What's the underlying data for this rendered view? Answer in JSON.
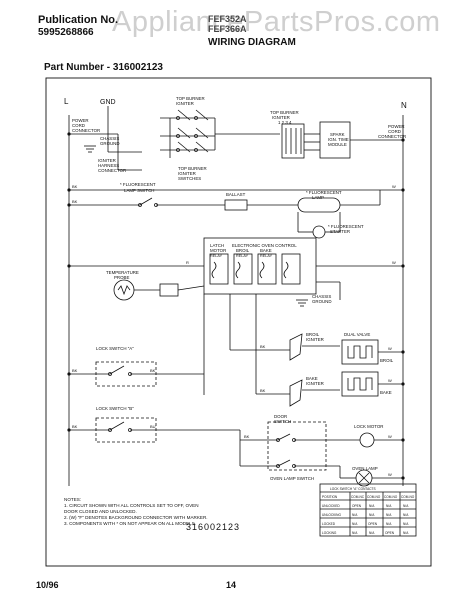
{
  "header": {
    "publication_label": "Publication No.",
    "publication_number": "5995268866",
    "models": [
      "FEF352A",
      "FEF366A"
    ],
    "title": "WIRING DIAGRAM",
    "watermark": "AppliancePartsPros.com"
  },
  "part_number": "Part Number - 316002123",
  "diagram": {
    "terminal_l": "L",
    "terminal_gnd": "GND",
    "terminal_n": "N",
    "power_cord_left": [
      "POWER",
      "CORD",
      "CONNECTOR"
    ],
    "power_cord_right": [
      "POWER",
      "CORD",
      "CONNECTOR"
    ],
    "chassis_ground": [
      "CHASSIS",
      "GROUND"
    ],
    "chassis_ground_2": [
      "CHASSIS",
      "GROUND"
    ],
    "top_burner_switches": [
      "TOP BURNER",
      "IGNITER",
      "SWITCHES"
    ],
    "top_burner_igniter": [
      "TOP BURNER",
      "IGNITER"
    ],
    "igniter_numbers": "1 2 3 4",
    "spark_module": [
      "SPARK",
      "IGN. TIME",
      "MODULE"
    ],
    "igniter_harness": [
      "IGNITER",
      "HARNESS",
      "CONNECTOR"
    ],
    "fluorescent_lamp_switch": [
      "* FLUORESCENT",
      "LAMP SWITCH"
    ],
    "ballast": "BALLAST",
    "fluorescent_lamp": [
      "* FLUORESCENT",
      "LAMP"
    ],
    "fluorescent_starter": [
      "* FLUORESCENT",
      "STARTER"
    ],
    "eoc_title": "ELECTRONIC OVEN CONTROL",
    "latch_relay": [
      "LATCH",
      "MOTOR",
      "RELAY"
    ],
    "broil_relay": [
      "BROIL",
      "RELAY"
    ],
    "bake_relay": [
      "BAKE",
      "RELAY"
    ],
    "temp_probe": [
      "TEMPERATURE",
      "PROBE"
    ],
    "lock_switch_a": "LOCK SWITCH \"A\"",
    "lock_switch_b": "LOCK SWITCH \"B\"",
    "broil_igniter": [
      "BROIL",
      "IGNITER"
    ],
    "bake_igniter": [
      "BAKE",
      "IGNITER"
    ],
    "dual_valve": "DUAL VALVE",
    "broil": "BROIL",
    "bake": "BAKE",
    "door_switch": [
      "DOOR",
      "SWITCH"
    ],
    "lock_motor": "LOCK MOTOR",
    "oven_lamp": "OVEN LAMP",
    "oven_lamp_switch": "OVEN LAMP SWITCH",
    "wire_labels": [
      "BK",
      "BK",
      "W",
      "W",
      "R",
      "BK",
      "BK",
      "BK",
      "BU",
      "BK",
      "W",
      "W",
      "BK",
      "BK",
      "W",
      "W"
    ],
    "contacts_table": {
      "title": "LOCK SWITCH \"A\" CONTACTS",
      "headers": [
        "POSITION",
        "COM-NC",
        "COM-NO",
        "COM-NO",
        "COM-NO"
      ],
      "rows": [
        [
          "UNLOCKED",
          "OPEN",
          "N/A",
          "N/A",
          "N/A"
        ],
        [
          "UNLOCKING",
          "N/A",
          "N/A",
          "N/A",
          "N/A"
        ],
        [
          "LOCKED",
          "N/A",
          "OPEN",
          "N/A",
          "N/A"
        ],
        [
          "LOCKING",
          "N/A",
          "N/A",
          "OPEN",
          "N/A"
        ]
      ]
    }
  },
  "notes": [
    "NOTES:",
    "1. CIRCUIT SHOWN WITH ALL CONTROLS SET TO OFF, OVEN",
    "   DOOR CLOSED AND UNLOCKED.",
    "2. (W) \"F\" DENOTES BACKGROUND CONNECTOR WITH MARKER.",
    "3. COMPONENTS WITH * ON NOT APPEAR ON ALL MODELS."
  ],
  "drawing_number": "316002123",
  "footer": {
    "date": "10/96",
    "page": "14"
  }
}
